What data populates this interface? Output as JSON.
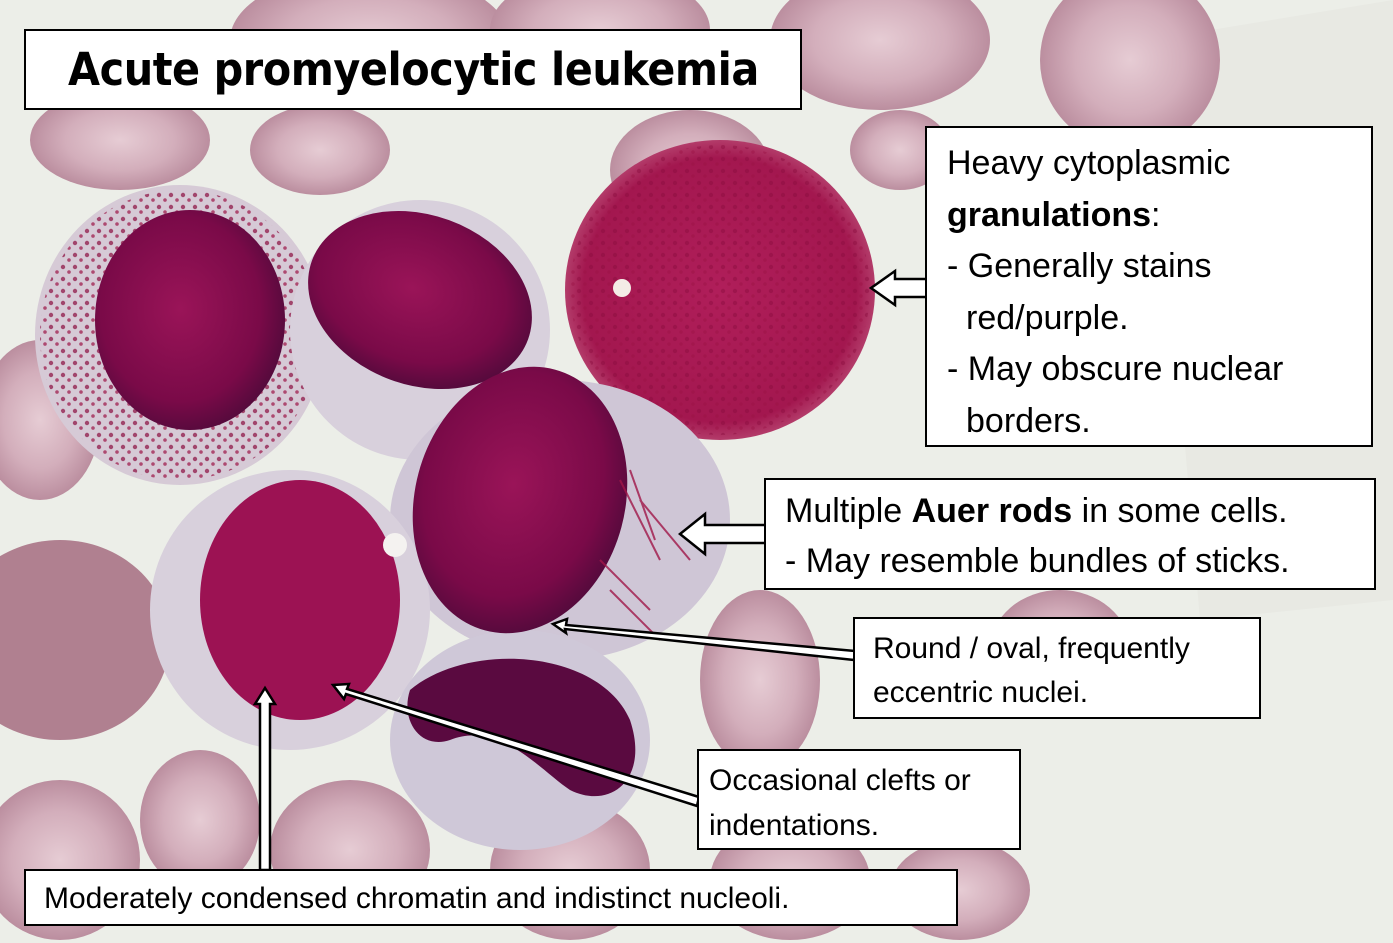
{
  "title": "Acute promyelocytic leukemia",
  "annotations": {
    "granulations": {
      "line1": "Heavy cytoplasmic",
      "line2_bold": "granulations",
      "line2_rest": ":",
      "line3": "- Generally stains",
      "line4": "red/purple.",
      "line5": "- May obscure nuclear",
      "line6": "borders."
    },
    "auer_rods": {
      "line1_pre": "Multiple ",
      "line1_bold": "Auer rods",
      "line1_post": " in some cells.",
      "line2": "- May resemble bundles of sticks."
    },
    "nuclei": {
      "line1": "Round / oval, frequently",
      "line2": "eccentric nuclei."
    },
    "clefts": {
      "line1": "Occasional clefts or",
      "line2": "indentations."
    },
    "chromatin": {
      "text": "Moderately condensed chromatin and indistinct nucleoli."
    }
  },
  "colors": {
    "background": "#ecece6",
    "rbc": "#c9a2b0",
    "nucleus": "#7a0a4a",
    "granules": "#a8124e",
    "cytoplasm": "#d8d2de"
  }
}
